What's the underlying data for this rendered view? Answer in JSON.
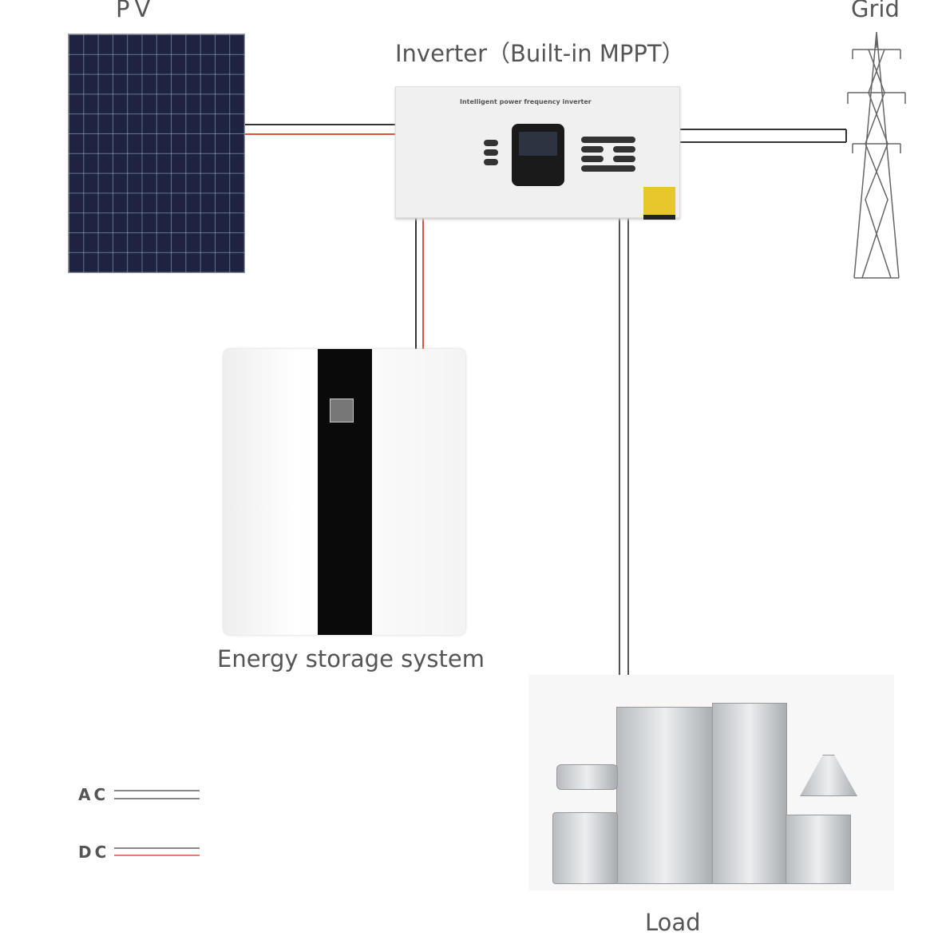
{
  "labels": {
    "pv": "PV",
    "inverter": "Inverter（Built-in MPPT）",
    "grid": "Grid",
    "storage": "Energy storage system",
    "load": "Load"
  },
  "inverter_panel": {
    "title": "Intelligent power frequency inverter"
  },
  "legend": {
    "ac": "AC",
    "dc": "DC"
  },
  "colors": {
    "ac_wire": "#555555",
    "dc_positive": "#e05040",
    "dc_negative": "#333333"
  }
}
